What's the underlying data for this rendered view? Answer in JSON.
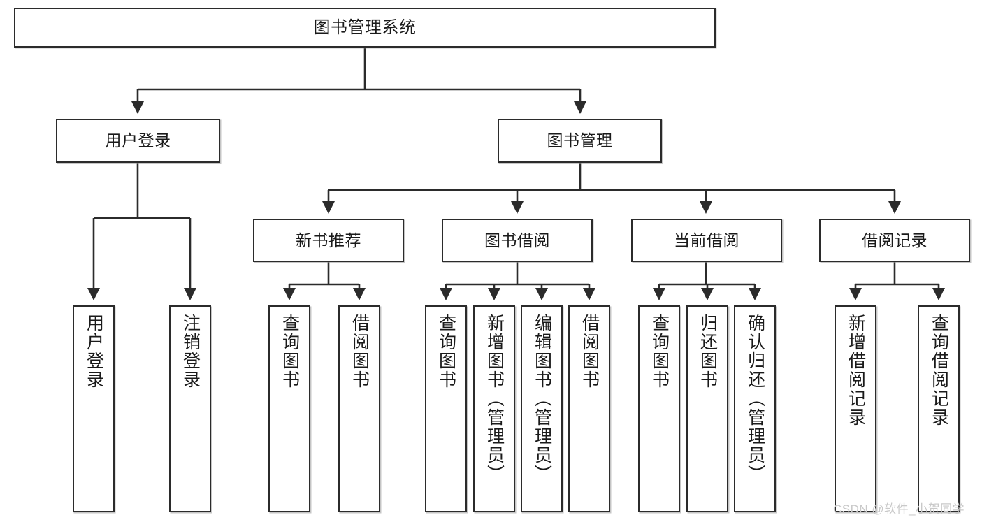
{
  "diagram": {
    "type": "tree-hierarchy",
    "title": "图书管理系统",
    "orientation": "top-down",
    "colors": {
      "box_border": "#2b2b2b",
      "box_fill": "#ffffff",
      "connector": "#2b2b2b",
      "text": "#1a1a1a",
      "watermark": "#c9c9c9"
    },
    "root": {
      "label": "图书管理系统"
    },
    "level1": [
      {
        "id": "user-login",
        "label": "用户登录"
      },
      {
        "id": "book-management",
        "label": "图书管理"
      }
    ],
    "level2": [
      {
        "id": "new-book-recommend",
        "label": "新书推荐"
      },
      {
        "id": "book-borrow",
        "label": "图书借阅"
      },
      {
        "id": "current-borrow",
        "label": "当前借阅"
      },
      {
        "id": "borrow-record",
        "label": "借阅记录"
      }
    ],
    "leaves": {
      "user_login": [
        {
          "id": "leaf-user-login",
          "label": "用户登录"
        },
        {
          "id": "leaf-logout-login",
          "label": "注销登录"
        }
      ],
      "new_book_recommend": [
        {
          "id": "leaf-query-book-1",
          "label": "查询图书"
        },
        {
          "id": "leaf-borrow-book-1",
          "label": "借阅图书"
        }
      ],
      "book_borrow": [
        {
          "id": "leaf-query-book-2",
          "label": "查询图书"
        },
        {
          "id": "leaf-add-book",
          "label": "新增图书（管理员）"
        },
        {
          "id": "leaf-edit-book",
          "label": "编辑图书（管理员）"
        },
        {
          "id": "leaf-borrow-book-2",
          "label": "借阅图书"
        }
      ],
      "current_borrow": [
        {
          "id": "leaf-query-book-3",
          "label": "查询图书"
        },
        {
          "id": "leaf-return-book",
          "label": "归还图书"
        },
        {
          "id": "leaf-confirm-return",
          "label": "确认归还（管理员）"
        }
      ],
      "borrow_record": [
        {
          "id": "leaf-add-borrow-record",
          "label": "新增借阅记录"
        },
        {
          "id": "leaf-query-borrow-record",
          "label": "查询借阅记录"
        }
      ]
    }
  },
  "watermark": {
    "text": "CSDN @软件_小贺同学"
  }
}
